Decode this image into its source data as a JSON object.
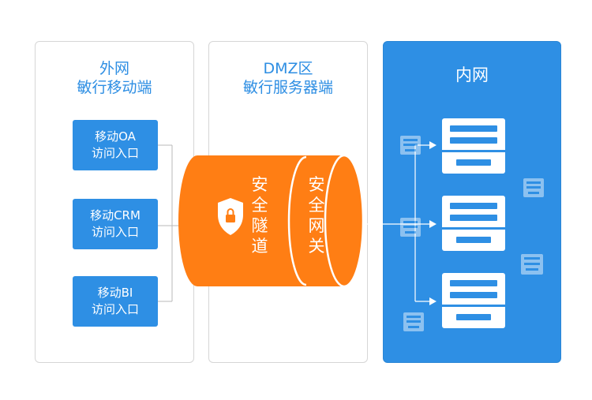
{
  "external": {
    "title_line1": "外网",
    "title_line2": "敏行移动端"
  },
  "dmz": {
    "title_line1": "DMZ区",
    "title_line2": "敏行服务器端"
  },
  "internal": {
    "title": "内网"
  },
  "entries": [
    {
      "line1": "移动OA",
      "line2": "访问入口"
    },
    {
      "line1": "移动CRM",
      "line2": "访问入口"
    },
    {
      "line1": "移动BI",
      "line2": "访问入口"
    }
  ],
  "tunnel": {
    "label": "安全隧道",
    "icon": "shield-lock-icon"
  },
  "gateway": {
    "label": "安全网关"
  },
  "colors": {
    "blue": "#2e8fe4",
    "orange": "#ff7e14",
    "border": "#d6d6d6"
  }
}
